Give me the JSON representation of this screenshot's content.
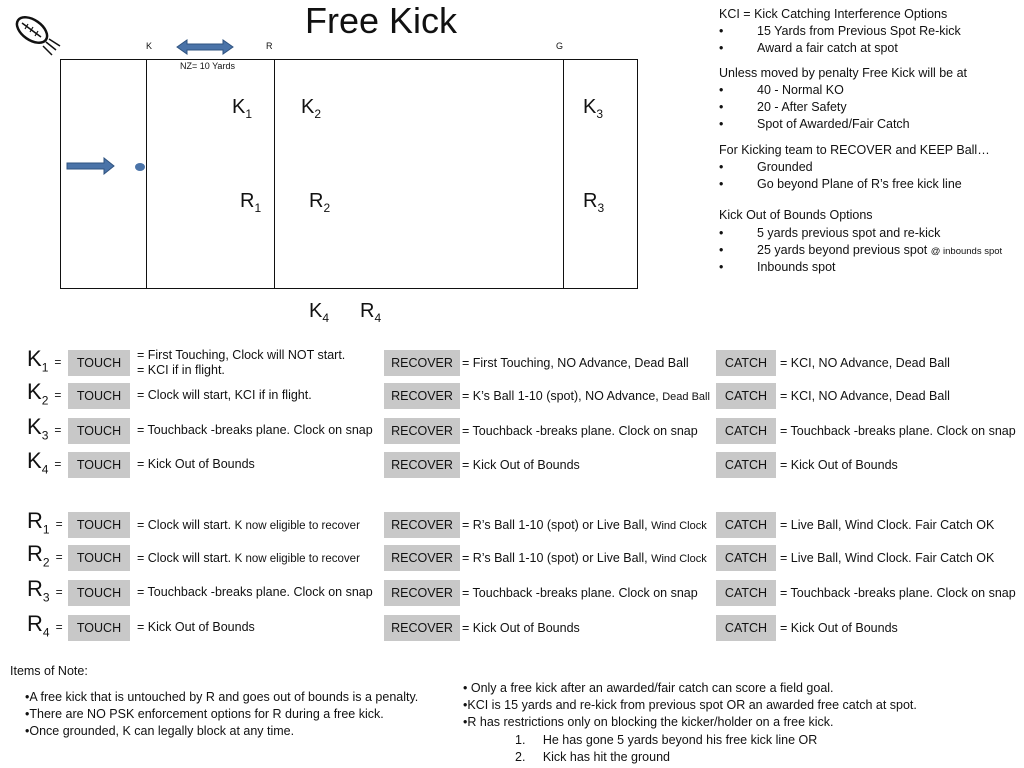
{
  "title": "Free Kick",
  "field": {
    "label_k": "K",
    "label_r": "R",
    "label_g": "G",
    "nz_label": "NZ= 10 Yards",
    "positions": [
      {
        "letter": "K",
        "sub": "1"
      },
      {
        "letter": "K",
        "sub": "2"
      },
      {
        "letter": "K",
        "sub": "3"
      },
      {
        "letter": "R",
        "sub": "1"
      },
      {
        "letter": "R",
        "sub": "2"
      },
      {
        "letter": "R",
        "sub": "3"
      },
      {
        "letter": "K",
        "sub": "4"
      },
      {
        "letter": "R",
        "sub": "4"
      }
    ]
  },
  "info": {
    "kci_head": "KCI = Kick Catching Interference  Options",
    "kci_items": [
      "15 Yards from Previous Spot Re-kick",
      "Award a fair catch at spot"
    ],
    "spot_head": "Unless moved by penalty  Free Kick will be at",
    "spot_items": [
      "40 - Normal KO",
      "20 - After Safety",
      "Spot of Awarded/Fair Catch"
    ],
    "recover_head": "For Kicking team to RECOVER and KEEP Ball…",
    "recover_items": [
      "Grounded",
      "Go beyond Plane of R’s free kick line"
    ],
    "oob_head": "Kick Out of Bounds Options",
    "oob_items": [
      "5 yards previous spot and re-kick",
      "25 yards beyond previous spot",
      "Inbounds spot"
    ],
    "oob_item2_note": "@ inbounds spot",
    "bullet": "•"
  },
  "buttons": {
    "touch": "TOUCH",
    "recover": "RECOVER",
    "catch": "CATCH"
  },
  "eq": "=",
  "rows": [
    {
      "letter": "K",
      "sub": "1",
      "touch_desc": "= First Touching, Clock will NOT start.",
      "touch_desc2": "= KCI if in flight.",
      "recover_desc": "= First Touching, NO Advance, Dead Ball",
      "recover_small": "",
      "catch_desc": "= KCI, NO Advance, Dead Ball"
    },
    {
      "letter": "K",
      "sub": "2",
      "touch_desc": "= Clock will start, KCI if in flight.",
      "touch_desc2": "",
      "recover_desc": "= K’s Ball 1-10 (spot), NO Advance,",
      "recover_small": "Dead Ball",
      "catch_desc": "= KCI, NO Advance, Dead Ball"
    },
    {
      "letter": "K",
      "sub": "3",
      "touch_desc": "= Touchback -breaks plane. Clock on snap",
      "touch_desc2": "",
      "recover_desc": "= Touchback -breaks plane. Clock on snap",
      "recover_small": "",
      "catch_desc": "= Touchback -breaks plane. Clock on snap"
    },
    {
      "letter": "K",
      "sub": "4",
      "touch_desc": "= Kick Out of Bounds",
      "touch_desc2": "",
      "recover_desc": "= Kick Out of Bounds",
      "recover_small": "",
      "catch_desc": "= Kick Out of Bounds"
    },
    {
      "letter": "R",
      "sub": "1",
      "touch_desc": "= Clock will start.",
      "touch_small": "K now eligible to recover",
      "touch_desc2": "",
      "recover_desc": "= R’s Ball 1-10 (spot) or Live Ball,",
      "recover_small": "Wind Clock",
      "catch_desc": "= Live Ball, Wind Clock. Fair Catch OK"
    },
    {
      "letter": "R",
      "sub": "2",
      "touch_desc": "= Clock will start.",
      "touch_small": "K now eligible to recover",
      "touch_desc2": "",
      "recover_desc": "= R’s Ball 1-10 (spot) or Live Ball,",
      "recover_small": "Wind Clock",
      "catch_desc": "= Live Ball, Wind Clock. Fair Catch OK"
    },
    {
      "letter": "R",
      "sub": "3",
      "touch_desc": "= Touchback -breaks plane. Clock on snap",
      "touch_desc2": "",
      "recover_desc": "= Touchback -breaks plane. Clock on snap",
      "recover_small": "",
      "catch_desc": "= Touchback -breaks plane. Clock on snap"
    },
    {
      "letter": "R",
      "sub": "4",
      "touch_desc": "= Kick Out of Bounds",
      "touch_desc2": "",
      "recover_desc": "= Kick Out of Bounds",
      "recover_small": "",
      "catch_desc": "= Kick Out of Bounds"
    }
  ],
  "notes": {
    "head": "Items of Note:",
    "left": [
      "•A free kick that is untouched by R and goes out of bounds is a penalty.",
      "•There are NO PSK enforcement options for R during a free kick.",
      "•Once grounded, K can legally block at any time."
    ],
    "right": [
      "• Only a free kick after an awarded/fair catch can score a field goal.",
      "•KCI is 15 yards and re-kick  from previous spot OR an awarded free catch at spot.",
      "•R has restrictions only on blocking the kicker/holder on a free kick."
    ],
    "numbered": [
      {
        "num": "1.",
        "text": "He has gone 5 yards beyond his free kick line OR"
      },
      {
        "num": "2.",
        "text": "Kick has hit the ground"
      }
    ]
  },
  "colors": {
    "arrow": "#4a73a8",
    "button": "#c8c8c8"
  }
}
